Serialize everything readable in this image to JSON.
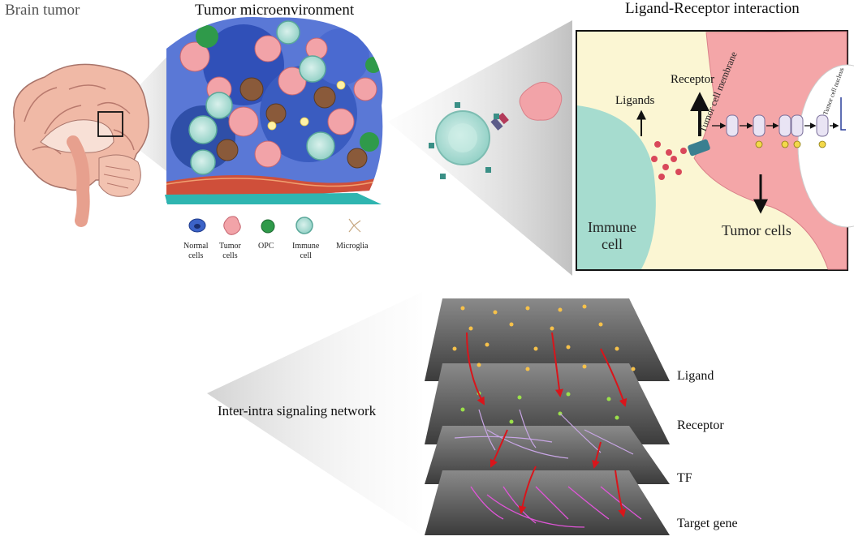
{
  "titles": {
    "brain_tumor": "Brain tumor",
    "microenvironment": "Tumor microenvironment",
    "ligand_receptor": "Ligand-Receptor interaction"
  },
  "legend": {
    "normal": [
      "Normal",
      "cells"
    ],
    "tumor": [
      "Tumor",
      "cells"
    ],
    "opc": "OPC",
    "immune": [
      "Immune",
      "cell"
    ],
    "microglia": "Microglia"
  },
  "interaction": {
    "ligands": "Ligands",
    "receptor": "Receptor",
    "membrane": "Tumor cell membrane",
    "nucleus": "Tumor cell nucleus",
    "immune_cell": [
      "Immune",
      "cell"
    ],
    "tumor_cells": "Tumor cells"
  },
  "network": {
    "title": "Inter-intra signaling network",
    "layers": [
      "Ligand",
      "Receptor",
      "TF",
      "Target gene"
    ]
  },
  "colors": {
    "tumor_pink": "#f2a3a8",
    "immune_teal": "#9fd8cf",
    "background_yellow": "#fbf6d3",
    "ligand_red": "#d9485a",
    "normal_blue": "#3c63c8",
    "opc_green": "#2f9a4a",
    "microglia_brown": "#c7a882",
    "ligand_dot": "#f6c14a",
    "receptor_dot": "#9be04a",
    "tf_purple": "#c9a6e6",
    "target_magenta": "#e055d8",
    "arrow_red": "#d9151b"
  }
}
